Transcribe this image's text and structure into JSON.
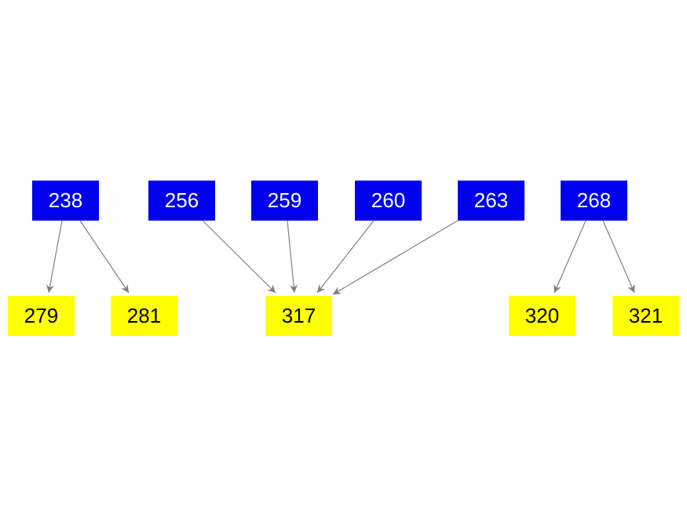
{
  "diagram": {
    "colors": {
      "source_fill": "#0000ee",
      "source_text": "#ffffff",
      "target_fill": "#ffff00",
      "target_text": "#000000",
      "edge": "#808080"
    },
    "nodes": {
      "n238": "238",
      "n256": "256",
      "n259": "259",
      "n260": "260",
      "n263": "263",
      "n268": "268",
      "n279": "279",
      "n281": "281",
      "n317": "317",
      "n320": "320",
      "n321": "321"
    },
    "edges": [
      {
        "from": "238",
        "to": "279"
      },
      {
        "from": "238",
        "to": "281"
      },
      {
        "from": "256",
        "to": "317"
      },
      {
        "from": "259",
        "to": "317"
      },
      {
        "from": "260",
        "to": "317"
      },
      {
        "from": "263",
        "to": "317"
      },
      {
        "from": "268",
        "to": "320"
      },
      {
        "from": "268",
        "to": "321"
      }
    ]
  }
}
